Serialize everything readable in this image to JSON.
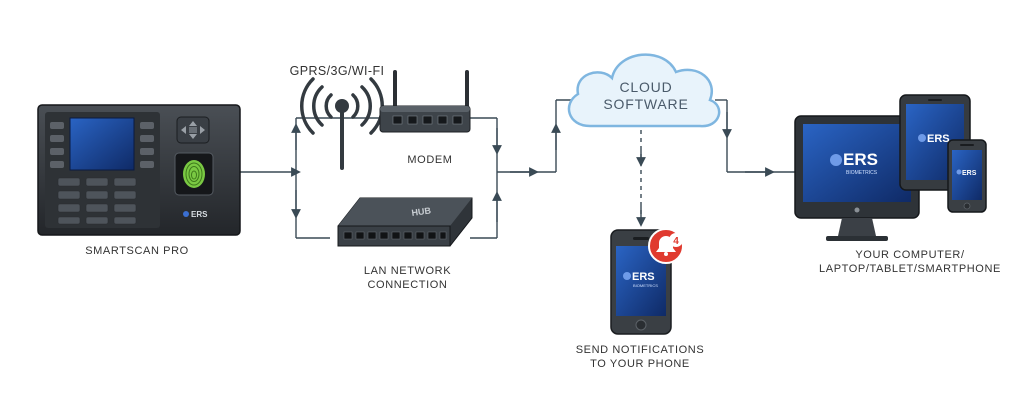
{
  "labels": {
    "device": "SMARTSCAN PRO",
    "wireless": "GPRS/3G/WI-FI",
    "modem": "MODEM",
    "lan_line1": "LAN NETWORK",
    "lan_line2": "CONNECTION",
    "cloud_line1": "CLOUD",
    "cloud_line2": "SOFTWARE",
    "notify_line1": "SEND NOTIFICATIONS",
    "notify_line2": "TO YOUR PHONE",
    "computer_line1": "YOUR COMPUTER/",
    "computer_line2": "LAPTOP/TABLET/SMARTPHONE"
  },
  "hub_text": "HUB",
  "notification_count": "4",
  "brand": {
    "name": "ERS",
    "tagline": "BIOMETRICS"
  },
  "colors": {
    "line": "#3a4a55",
    "screen_blue": "#1f4a9a",
    "cloud_fill": "#e8f3fb",
    "cloud_stroke": "#7fb6e0",
    "fingerprint": "#7ac943",
    "alert_red": "#e03a2f"
  }
}
